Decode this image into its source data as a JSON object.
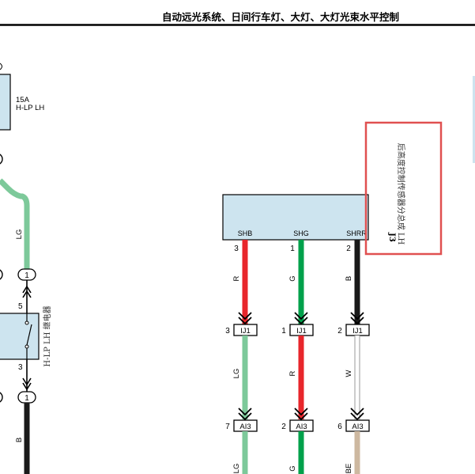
{
  "header": {
    "title": "自动远光系统、日间行车灯、大灯、大灯光束水平控制"
  },
  "colors": {
    "box_fill": "#cde4ef",
    "red": "#e8262b",
    "green": "#00a14b",
    "lightgreen": "#7dc99a",
    "black": "#1a1a1a",
    "tan": "#cdb8a0",
    "highlight": "#e05050"
  },
  "left": {
    "fuse_amp": "15A",
    "fuse_name": "H-LP LH",
    "wire_lg": "LG",
    "conn_1": "1",
    "pin_5": "5",
    "pin_3": "3",
    "relay_label": "H-LP LH 继电器",
    "conn_2": "1",
    "wire_b": "B"
  },
  "sensor": {
    "pins": [
      "SHB",
      "SHG",
      "SHRR"
    ],
    "code": "J3",
    "name": "后高度控制传感器分总成 LH"
  },
  "circuits": [
    {
      "pin": "3",
      "wire1": "R",
      "conn1": "IJ1",
      "conn1pin": "3",
      "wire2": "LG",
      "conn2": "AI3",
      "conn2pin": "7",
      "wire3": "LG"
    },
    {
      "pin": "1",
      "wire1": "G",
      "conn1": "IJ1",
      "conn1pin": "1",
      "wire2": "R",
      "conn2": "AI3",
      "conn2pin": "2",
      "wire3": "G"
    },
    {
      "pin": "2",
      "wire1": "B",
      "conn1": "IJ1",
      "conn1pin": "2",
      "wire2": "W",
      "conn2": "AI3",
      "conn2pin": "6",
      "wire3": "BE"
    }
  ]
}
